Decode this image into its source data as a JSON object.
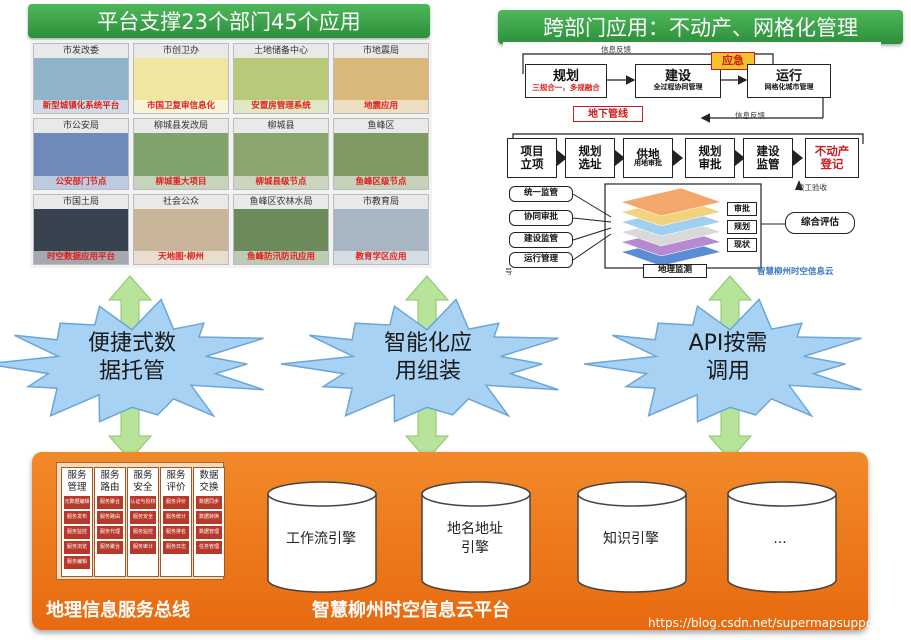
{
  "left_title": "平台支撑23个部门45个应用",
  "right_title": "跨部门应用：不动产、网格化管理",
  "apps": [
    {
      "dept": "市发改委",
      "app": "新型城镇化系统平台"
    },
    {
      "dept": "市创卫办",
      "app": "市国卫复审信息化"
    },
    {
      "dept": "土地储备中心",
      "app": "安置房管理系统"
    },
    {
      "dept": "市地震局",
      "app": "地震应用"
    },
    {
      "dept": "市公安局",
      "app": "公安部门节点"
    },
    {
      "dept": "柳城县发改局",
      "app": "柳城重大项目"
    },
    {
      "dept": "柳城县",
      "app": "柳城县级节点"
    },
    {
      "dept": "鱼峰区",
      "app": "鱼峰区级节点"
    },
    {
      "dept": "市国土局",
      "app": "时空数据应用平台"
    },
    {
      "dept": "社会公众",
      "app": "天地图·柳州"
    },
    {
      "dept": "鱼峰区农林水局",
      "app": "鱼峰防汛防讯应用"
    },
    {
      "dept": "市教育局",
      "app": "教育学区应用"
    }
  ],
  "diagram": {
    "feedback_top": "信息反馈",
    "feedback_mid": "信息反馈",
    "plan": {
      "title": "规划",
      "sub": "三规合一，多规融合"
    },
    "build": {
      "title": "建设",
      "sub": "全过程协同管理"
    },
    "emergency": "应急",
    "run": {
      "title": "运行",
      "sub": "网格化城市管理"
    },
    "underground": "地下管线",
    "steps": [
      {
        "title": "项目\n立项",
        "sub": ""
      },
      {
        "title": "规划\n选址",
        "sub": ""
      },
      {
        "title": "供地",
        "sub": "用地审批"
      },
      {
        "title": "规划\n审批",
        "sub": ""
      },
      {
        "title": "建设\n监管",
        "sub": ""
      },
      {
        "title": "不动产\n登记",
        "sub": ""
      }
    ],
    "acceptance": "竣工验收",
    "left_labels": [
      "统一监管",
      "协同审批",
      "建设监管",
      "运行管理"
    ],
    "layer_labels": [
      "审批",
      "规划",
      "现状"
    ],
    "eval": "综合评估",
    "monitor": "地理监测",
    "footer": "智慧柳州时空信息云",
    "footer_left": "号"
  },
  "bursts": [
    {
      "text": "便捷式数\n据托管"
    },
    {
      "text": "智能化应\n用组装"
    },
    {
      "text": "API按需\n调用"
    }
  ],
  "bus": {
    "columns": [
      {
        "head": "服务\n管理",
        "items": [
          "元数据编辑",
          "服务发布",
          "服务监控",
          "服务浏览",
          "服务编辑"
        ]
      },
      {
        "head": "服务\n路由",
        "items": [
          "服务聚合",
          "服务路由",
          "服务代理",
          "服务聚合"
        ]
      },
      {
        "head": "服务\n安全",
        "items": [
          "认证与授权",
          "服务安全",
          "服务监控",
          "服务审计"
        ]
      },
      {
        "head": "服务\n评价",
        "items": [
          "服务评价",
          "服务统计",
          "服务排名",
          "服务日志"
        ]
      },
      {
        "head": "数据\n交换",
        "items": [
          "数据同步",
          "数据转换",
          "数据管理",
          "任务管理"
        ]
      }
    ]
  },
  "engines": [
    "工作流引擎",
    "地名地址\n引擎",
    "知识引擎",
    "..."
  ],
  "bus_label": "地理信息服务总线",
  "platform_label": "智慧柳州时空信息云平台",
  "watermark": "https://blog.csdn.net/supermapsupport",
  "colors": {
    "green": "#2d8f3c",
    "orange": "#e86a10",
    "red": "#e0201c",
    "burst": "#9ecdf2",
    "arrow": "#b7e39a"
  }
}
